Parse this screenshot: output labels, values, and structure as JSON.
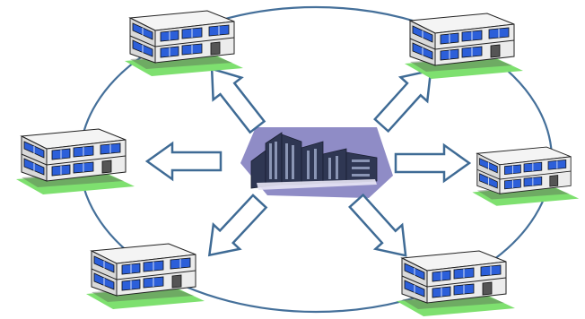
{
  "diagram": {
    "type": "hub-and-spoke",
    "hub": {
      "icon": "headquarters-building-icon"
    },
    "satellites": [
      {
        "id": "top-left",
        "icon": "branch-office-icon"
      },
      {
        "id": "top-right",
        "icon": "branch-office-icon"
      },
      {
        "id": "middle-left",
        "icon": "branch-office-icon"
      },
      {
        "id": "middle-right",
        "icon": "branch-office-icon"
      },
      {
        "id": "bottom-left",
        "icon": "branch-office-icon"
      },
      {
        "id": "bottom-right",
        "icon": "branch-office-icon"
      }
    ],
    "connectors": {
      "style": "outline-block-arrow",
      "direction": "hub-to-satellite",
      "count": 6
    },
    "boundary": {
      "shape": "ellipse"
    },
    "colors": {
      "boundary": "#45709a",
      "arrow_outline": "#3f6b95",
      "arrow_fill": "#ffffff",
      "hub_backdrop": "#8f8cc6",
      "building_facade": "#e6e6e6",
      "building_windows": "#2c5fd9",
      "lawn": "#7ee06f"
    }
  }
}
